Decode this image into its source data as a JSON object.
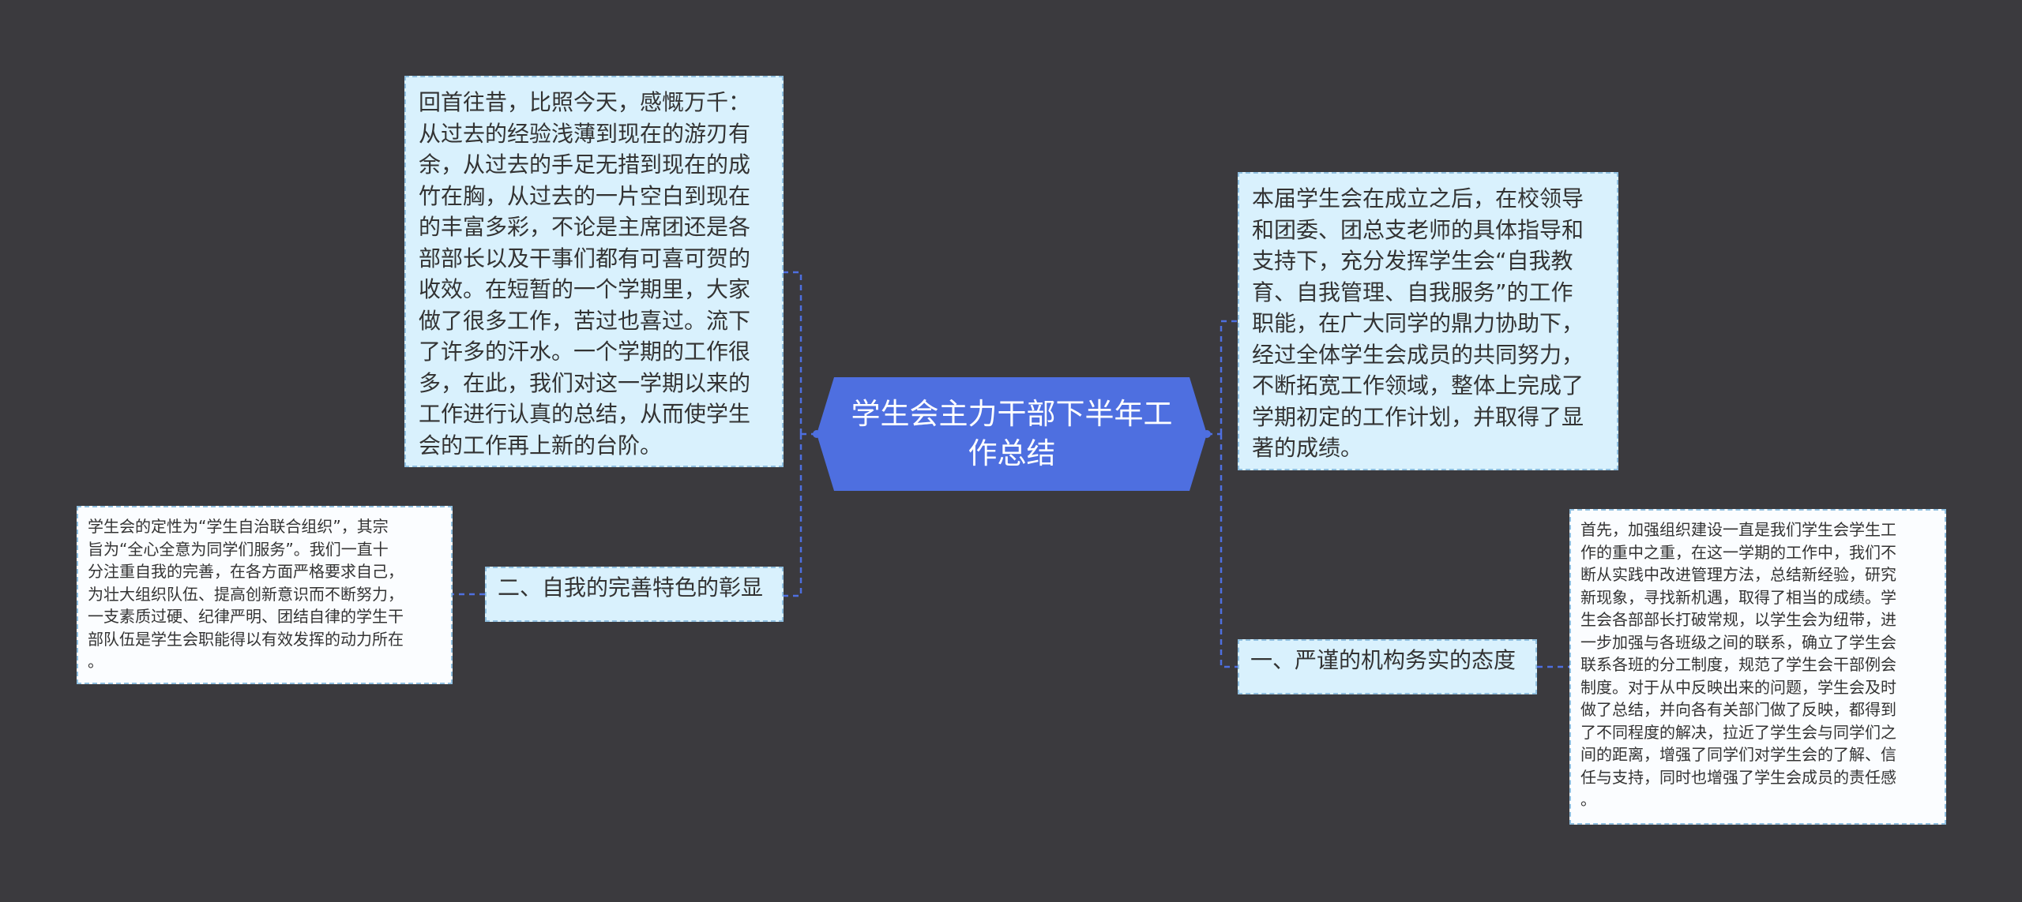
{
  "colors": {
    "background": "#3b3a3e",
    "root_fill": "#4e6fe0",
    "node_fill": "#d9f1fd",
    "leaf_fill": "#fbfdff",
    "node_border": "#8fbfe0",
    "connector": "#4e6fe0"
  },
  "mindmap": {
    "root": {
      "title": "学生会主力干部下半年工作总结"
    },
    "left": {
      "intro": {
        "lines": [
          "回首往昔，比照今天，感慨万千：",
          "从过去的经验浅薄到现在的游刃有",
          "余，从过去的手足无措到现在的成",
          "竹在胸，从过去的一片空白到现在",
          "的丰富多彩，不论是主席团还是各",
          "部部长以及干事们都有可喜可贺的",
          "收效。在短暂的一个学期里，大家",
          "做了很多工作，苦过也喜过。流下",
          "了许多的汗水。一个学期的工作很",
          "多，在此，我们对这一学期以来的",
          "工作进行认真的总结，从而使学生",
          "会的工作再上新的台阶。"
        ]
      },
      "branch2": {
        "label": "二、自我的完善特色的彰显",
        "detail": {
          "lines": [
            "学生会的定性为“学生自治联合组织”，其宗",
            "旨为“全心全意为同学们服务”。我们一直十",
            "分注重自我的完善，在各方面严格要求自己，",
            "为壮大组织队伍、提高创新意识而不断努力，",
            "一支素质过硬、纪律严明、团结自律的学生干",
            "部队伍是学生会职能得以有效发挥的动力所在",
            "。"
          ]
        }
      }
    },
    "right": {
      "intro": {
        "lines": [
          "本届学生会在成立之后，在校领导",
          "和团委、团总支老师的具体指导和",
          "支持下，充分发挥学生会“自我教",
          "育、自我管理、自我服务”的工作",
          "职能，在广大同学的鼎力协助下，",
          "经过全体学生会成员的共同努力，",
          "不断拓宽工作领域，整体上完成了",
          "学期初定的工作计划，并取得了显",
          "著的成绩。"
        ]
      },
      "branch1": {
        "label": "一、严谨的机构务实的态度",
        "detail": {
          "lines": [
            "首先，加强组织建设一直是我们学生会学生工",
            "作的重中之重，在这一学期的工作中，我们不",
            "断从实践中改进管理方法，总结新经验，研究",
            "新现象，寻找新机遇，取得了相当的成绩。学",
            "生会各部部长打破常规，以学生会为纽带，进",
            "一步加强与各班级之间的联系，确立了学生会",
            "联系各班的分工制度，规范了学生会干部例会",
            "制度。对于从中反映出来的问题，学生会及时",
            "做了总结，并向各有关部门做了反映，都得到",
            "了不同程度的解决，拉近了学生会与同学们之",
            "间的距离，增强了同学们对学生会的了解、信",
            "任与支持，同时也增强了学生会成员的责任感",
            "。"
          ]
        }
      }
    }
  }
}
